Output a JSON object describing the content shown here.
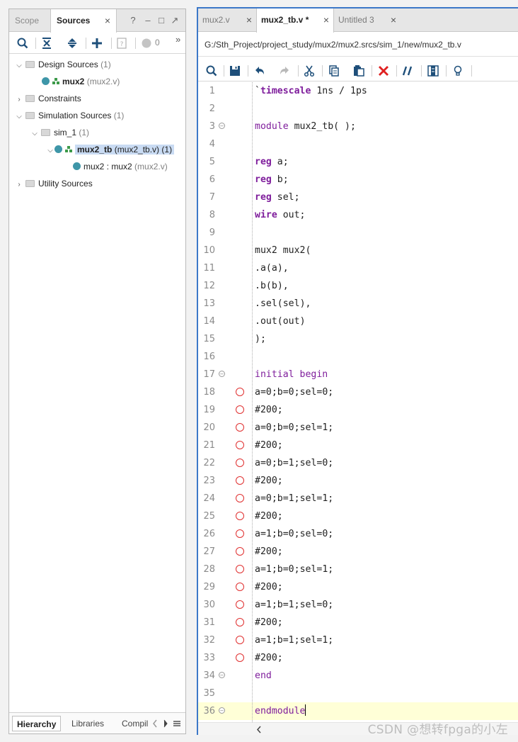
{
  "left_panel": {
    "tabs": {
      "scope": "Scope",
      "sources": "Sources",
      "close": "×"
    },
    "window_controls": {
      "help": "?",
      "minimize": "–",
      "maximize": "□",
      "float": "↗"
    },
    "toolbar": {
      "messages_count": "0",
      "more": "»"
    },
    "tree": {
      "design_sources": {
        "label": "Design Sources",
        "count": "(1)"
      },
      "mux2_name": "mux2",
      "mux2_file": "(mux2.v)",
      "constraints": "Constraints",
      "simulation_sources": {
        "label": "Simulation Sources",
        "count": "(1)"
      },
      "sim_1": {
        "label": "sim_1",
        "count": "(1)"
      },
      "mux2_tb": {
        "name": "mux2_tb",
        "file": "(mux2_tb.v)",
        "count": "(1)"
      },
      "mux2_inst": {
        "name": "mux2 : mux2",
        "file": "(mux2.v)"
      },
      "utility_sources": "Utility Sources"
    },
    "bottom_tabs": {
      "hierarchy": "Hierarchy",
      "libraries": "Libraries",
      "compile": "Compil"
    }
  },
  "right_panel": {
    "tabs": [
      {
        "label": "mux2.v",
        "active": false
      },
      {
        "label": "mux2_tb.v *",
        "active": true
      },
      {
        "label": "Untitled 3",
        "active": false
      }
    ],
    "close": "×",
    "file_path": "G:/Sth_Project/project_study/mux2/mux2.srcs/sim_1/new/mux2_tb.v",
    "code": [
      {
        "n": "1",
        "t": "`timescale 1ns / 1ps"
      },
      {
        "n": "2",
        "t": ""
      },
      {
        "n": "3",
        "t": "module mux2_tb( );"
      },
      {
        "n": "4",
        "t": ""
      },
      {
        "n": "5",
        "t": "reg a;"
      },
      {
        "n": "6",
        "t": "reg b;"
      },
      {
        "n": "7",
        "t": "reg sel;"
      },
      {
        "n": "8",
        "t": "wire out;"
      },
      {
        "n": "9",
        "t": ""
      },
      {
        "n": "10",
        "t": "mux2 mux2("
      },
      {
        "n": "11",
        "t": ".a(a),"
      },
      {
        "n": "12",
        "t": ".b(b),"
      },
      {
        "n": "13",
        "t": ".sel(sel),"
      },
      {
        "n": "14",
        "t": ".out(out)"
      },
      {
        "n": "15",
        "t": ");"
      },
      {
        "n": "16",
        "t": ""
      },
      {
        "n": "17",
        "t": "initial begin"
      },
      {
        "n": "18",
        "t": "a=0;b=0;sel=0;"
      },
      {
        "n": "19",
        "t": "#200;"
      },
      {
        "n": "20",
        "t": "a=0;b=0;sel=1;"
      },
      {
        "n": "21",
        "t": "#200;"
      },
      {
        "n": "22",
        "t": "a=0;b=1;sel=0;"
      },
      {
        "n": "23",
        "t": "#200;"
      },
      {
        "n": "24",
        "t": "a=0;b=1;sel=1;"
      },
      {
        "n": "25",
        "t": "#200;"
      },
      {
        "n": "26",
        "t": "a=1;b=0;sel=0;"
      },
      {
        "n": "27",
        "t": "#200;"
      },
      {
        "n": "28",
        "t": "a=1;b=0;sel=1;"
      },
      {
        "n": "29",
        "t": "#200;"
      },
      {
        "n": "30",
        "t": "a=1;b=1;sel=0;"
      },
      {
        "n": "31",
        "t": "#200;"
      },
      {
        "n": "32",
        "t": "a=1;b=1;sel=1;"
      },
      {
        "n": "33",
        "t": "#200;"
      },
      {
        "n": "34",
        "t": "end"
      },
      {
        "n": "35",
        "t": ""
      },
      {
        "n": "36",
        "t": "endmodule"
      }
    ]
  },
  "watermark": "CSDN @想转fpga的小左"
}
